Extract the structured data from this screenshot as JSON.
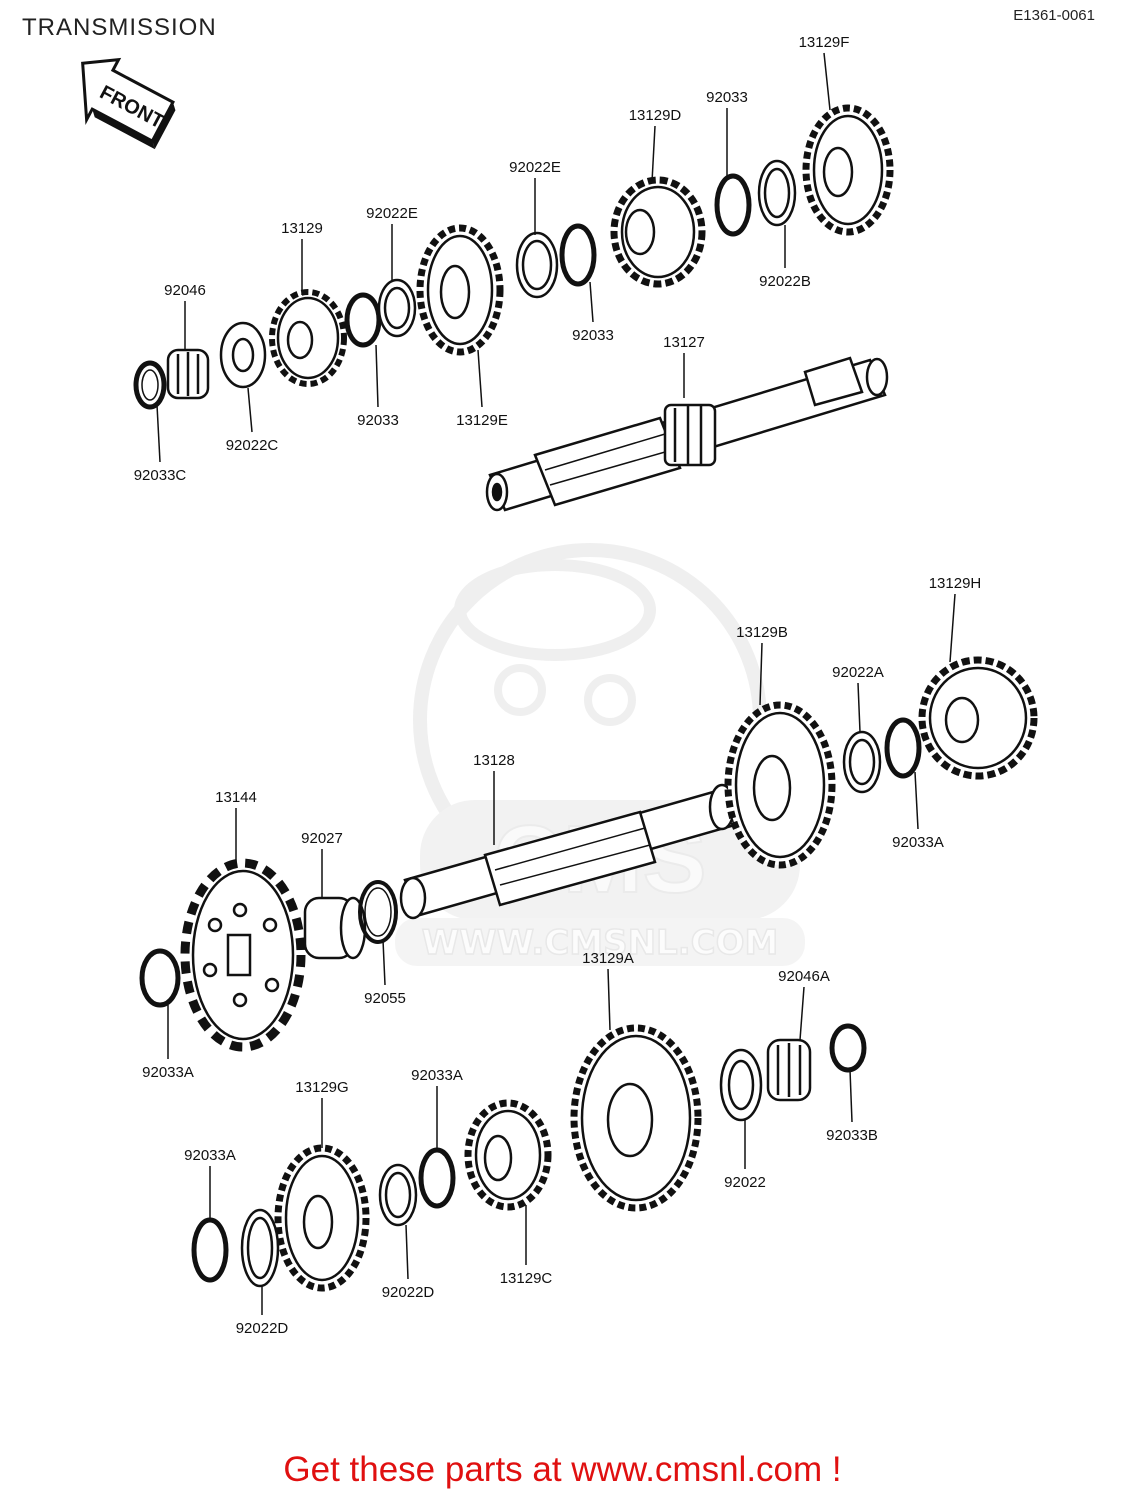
{
  "page": {
    "title": "TRANSMISSION",
    "diagram_code": "E1361-0061",
    "front_arrow_label": "FRONT",
    "watermark_text": "CMS",
    "watermark_url": "WWW.CMSNL.COM",
    "footer_text": "Get these parts at www.cmsnl.com !"
  },
  "parts": [
    {
      "id": "p1",
      "label": "92033C"
    },
    {
      "id": "p2",
      "label": "92046"
    },
    {
      "id": "p3",
      "label": "92022C"
    },
    {
      "id": "p4",
      "label": "13129"
    },
    {
      "id": "p5",
      "label": "92033"
    },
    {
      "id": "p6",
      "label": "92022E"
    },
    {
      "id": "p7",
      "label": "13129E"
    },
    {
      "id": "p8",
      "label": "92022E"
    },
    {
      "id": "p9",
      "label": "92033"
    },
    {
      "id": "p10",
      "label": "13129D"
    },
    {
      "id": "p11",
      "label": "92033"
    },
    {
      "id": "p12",
      "label": "92022B"
    },
    {
      "id": "p13",
      "label": "13129F"
    },
    {
      "id": "p14",
      "label": "13127"
    },
    {
      "id": "p15",
      "label": "13129H"
    },
    {
      "id": "p16",
      "label": "13129B"
    },
    {
      "id": "p17",
      "label": "92022A"
    },
    {
      "id": "p18",
      "label": "92033A"
    },
    {
      "id": "p19",
      "label": "13128"
    },
    {
      "id": "p20",
      "label": "13144"
    },
    {
      "id": "p21",
      "label": "92027"
    },
    {
      "id": "p22",
      "label": "92055"
    },
    {
      "id": "p23",
      "label": "92033A"
    },
    {
      "id": "p24",
      "label": "13129A"
    },
    {
      "id": "p25",
      "label": "92046A"
    },
    {
      "id": "p26",
      "label": "92033B"
    },
    {
      "id": "p27",
      "label": "92022"
    },
    {
      "id": "p28",
      "label": "13129G"
    },
    {
      "id": "p29",
      "label": "92033A"
    },
    {
      "id": "p30",
      "label": "92033A"
    },
    {
      "id": "p31",
      "label": "13129C"
    },
    {
      "id": "p32",
      "label": "92022D"
    },
    {
      "id": "p33",
      "label": "92022D"
    }
  ]
}
